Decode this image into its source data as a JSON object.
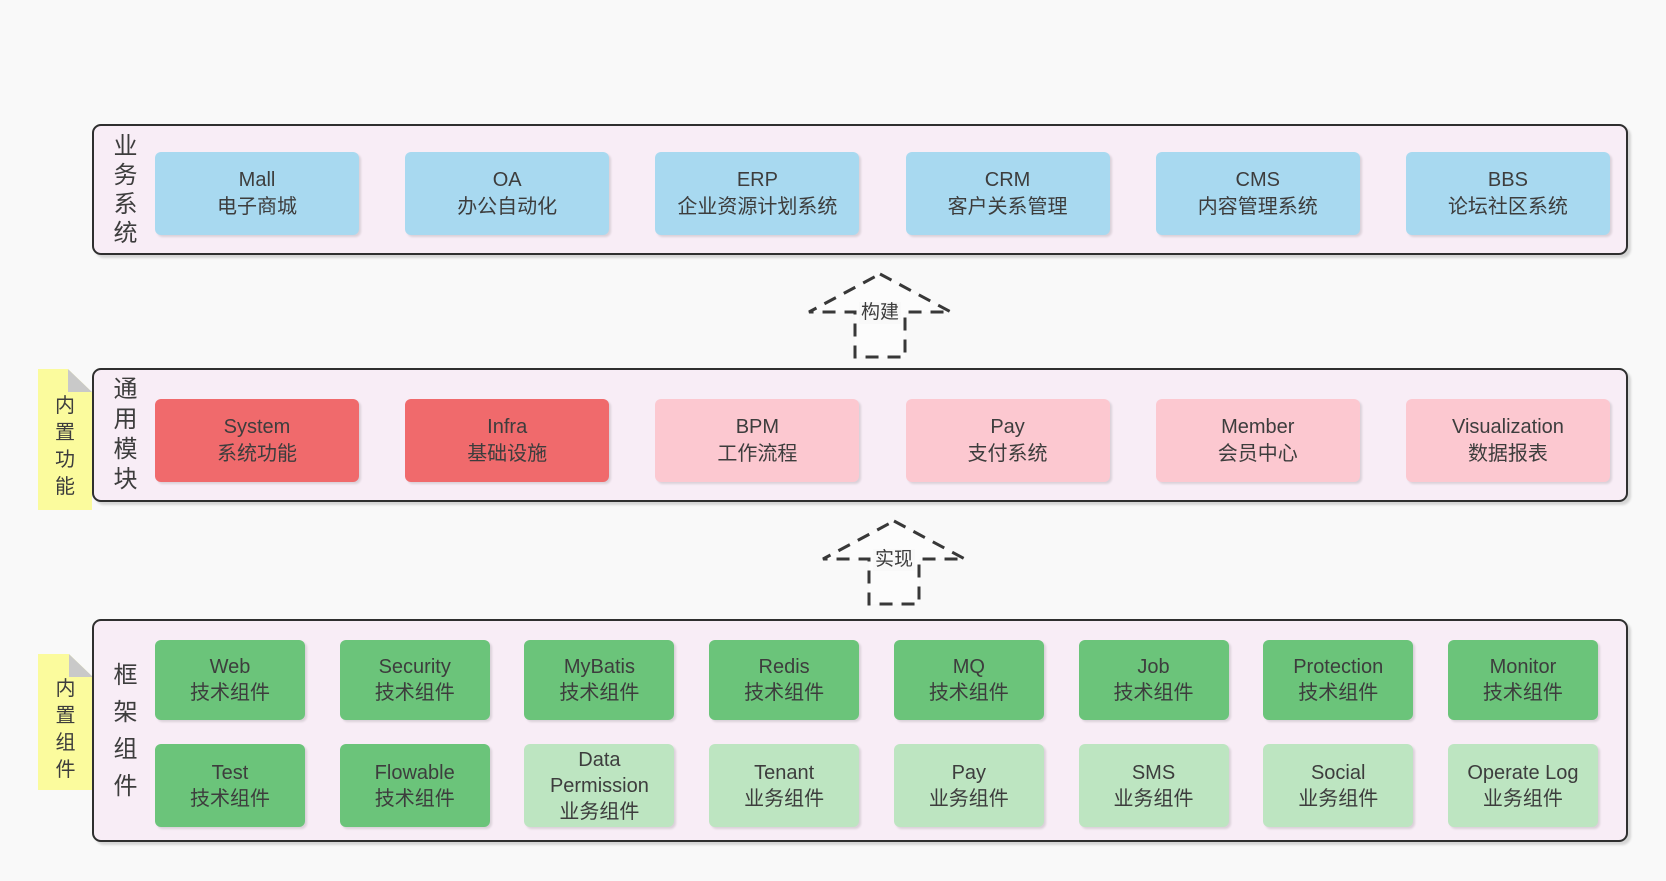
{
  "diagram_title": "yudao architecture layers",
  "colors": {
    "page_background": "#f9f9f9",
    "band_fill": "#f8edf6",
    "band_border": "#2f2f2f",
    "box_blue": "#a8d9f0",
    "box_red": "#f06a6c",
    "box_pink": "#fcc8d0",
    "box_green": "#6bc47a",
    "box_green_light": "#bde5c1",
    "sticky_yellow": "#fbfb9d",
    "sticky_fold_gray": "#c9c9c9",
    "text": "#3d3d3d",
    "arrow_stroke": "#383838"
  },
  "arrows": [
    {
      "label": "构建"
    },
    {
      "label": "实现"
    }
  ],
  "bands": {
    "business": {
      "label_vertical": "业务系统",
      "boxes": [
        {
          "en": "Mall",
          "zh": "电子商城"
        },
        {
          "en": "OA",
          "zh": "办公自动化"
        },
        {
          "en": "ERP",
          "zh": "企业资源计划系统"
        },
        {
          "en": "CRM",
          "zh": "客户关系管理"
        },
        {
          "en": "CMS",
          "zh": "内容管理系统"
        },
        {
          "en": "BBS",
          "zh": "论坛社区系统"
        }
      ]
    },
    "modules": {
      "label_vertical": "通用模块",
      "sticky_note": "内置功能",
      "boxes": [
        {
          "en": "System",
          "zh": "系统功能"
        },
        {
          "en": "Infra",
          "zh": "基础设施"
        },
        {
          "en": "BPM",
          "zh": "工作流程"
        },
        {
          "en": "Pay",
          "zh": "支付系统"
        },
        {
          "en": "Member",
          "zh": "会员中心"
        },
        {
          "en": "Visualization",
          "zh": "数据报表"
        }
      ]
    },
    "components": {
      "label_vertical": "框架组件",
      "sticky_note": "内置组件",
      "rows": [
        [
          {
            "en": "Web",
            "zh": "技术组件"
          },
          {
            "en": "Security",
            "zh": "技术组件"
          },
          {
            "en": "MyBatis",
            "zh": "技术组件"
          },
          {
            "en": "Redis",
            "zh": "技术组件"
          },
          {
            "en": "MQ",
            "zh": "技术组件"
          },
          {
            "en": "Job",
            "zh": "技术组件"
          },
          {
            "en": "Protection",
            "zh": "技术组件"
          },
          {
            "en": "Monitor",
            "zh": "技术组件"
          }
        ],
        [
          {
            "en": "Test",
            "zh": "技术组件"
          },
          {
            "en": "Flowable",
            "zh": "技术组件"
          },
          {
            "en": "Data Permission",
            "zh": "业务组件"
          },
          {
            "en": "Tenant",
            "zh": "业务组件"
          },
          {
            "en": "Pay",
            "zh": "业务组件"
          },
          {
            "en": "SMS",
            "zh": "业务组件"
          },
          {
            "en": "Social",
            "zh": "业务组件"
          },
          {
            "en": "Operate Log",
            "zh": "业务组件"
          }
        ]
      ]
    }
  }
}
